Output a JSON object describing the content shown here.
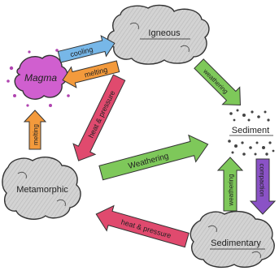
{
  "nodes": {
    "igneous": "Igneous",
    "magma": "Magma",
    "sediment": "Sediment",
    "metamorphic": "Metamorphic",
    "sedimentary": "Sedimentary"
  },
  "arrows": {
    "cooling": "cooling",
    "melting_top": "melting",
    "melting_left": "melting",
    "heat_pressure_upper": "heat & pressure",
    "heat_pressure_lower": "heat & pressure",
    "weathering_right": "weathering",
    "weathering_middle": "Weathering",
    "weathering_lower": "weathering",
    "compaction": "compaction"
  },
  "colors": {
    "rock_fill": "#cfcfcf",
    "magma_fill": "#d05fcf",
    "cooling": "#77b7e8",
    "melting": "#f39a3c",
    "heat_pressure": "#e04a6e",
    "weathering": "#7ec85a",
    "compaction": "#8a52c6"
  }
}
